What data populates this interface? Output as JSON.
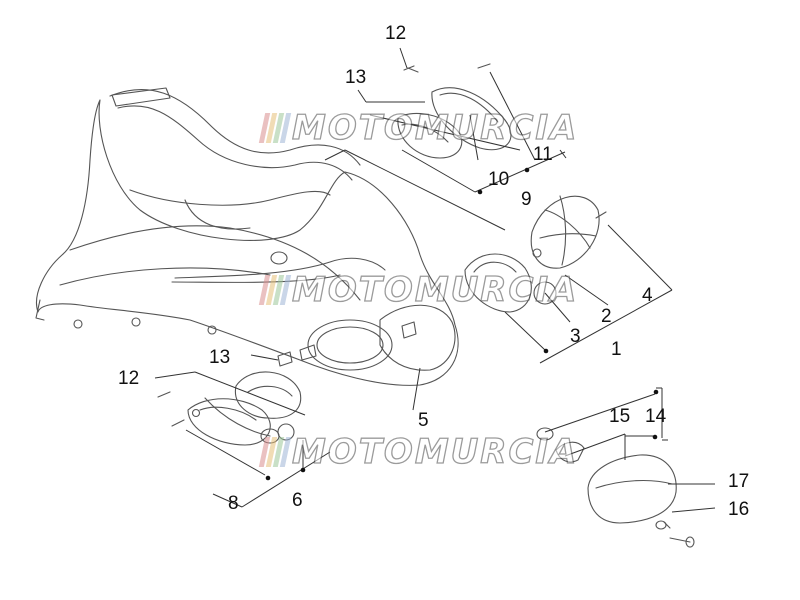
{
  "watermark": {
    "text": "MOTOMURCIA",
    "bar_colors": [
      "#d98f8f",
      "#e6c07a",
      "#9ec79a",
      "#9fb6d6"
    ]
  },
  "callouts": [
    "12",
    "13",
    "11",
    "10",
    "9",
    "4",
    "2",
    "3",
    "1",
    "13",
    "12",
    "5",
    "15",
    "14",
    "8",
    "6",
    "17",
    "16"
  ],
  "colors": {
    "line": "#333333",
    "part_stroke": "#555555"
  }
}
